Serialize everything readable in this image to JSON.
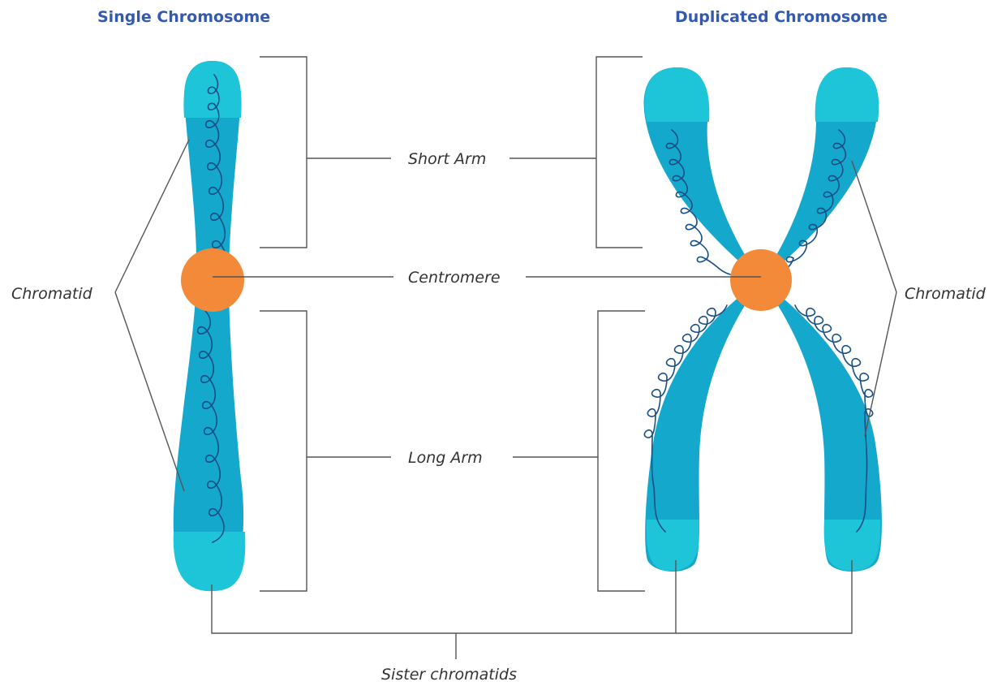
{
  "titles": {
    "single": "Single Chromosome",
    "duplicated": "Duplicated Chromosome"
  },
  "labels": {
    "short_arm": "Short Arm",
    "centromere": "Centromere",
    "long_arm": "Long Arm",
    "chromatid_left": "Chromatid",
    "chromatid_right": "Chromatid",
    "sister_chromatids": "Sister chromatids"
  },
  "colors": {
    "chromatid_body": "#14a8cc",
    "chromatid_tip": "#1ec4d8",
    "centromere": "#f28a3a",
    "dna_coil": "#154f86",
    "title_text": "#3359b0",
    "leader_line": "#555555"
  }
}
